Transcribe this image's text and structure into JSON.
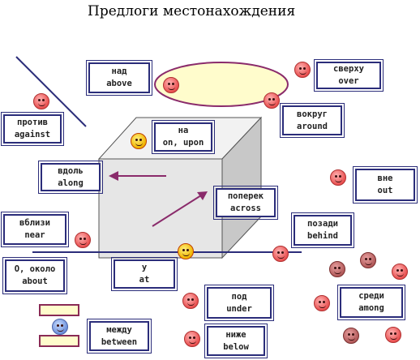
{
  "title": "Предлоги местонахождения",
  "labels": {
    "above": {
      "ru": "над",
      "en": "above"
    },
    "over": {
      "ru": "сверху",
      "en": "over"
    },
    "around": {
      "ru": "вокруг",
      "en": "around"
    },
    "against": {
      "ru": "против",
      "en": "against"
    },
    "on": {
      "ru": "на",
      "en": "on, upon"
    },
    "along": {
      "ru": "вдоль",
      "en": "along"
    },
    "out": {
      "ru": "вне",
      "en": "out"
    },
    "across": {
      "ru": "поперек",
      "en": "across"
    },
    "near": {
      "ru": "вблизи",
      "en": "near"
    },
    "behind": {
      "ru": "позади",
      "en": "behind"
    },
    "about": {
      "ru": "О, около",
      "en": "about"
    },
    "at": {
      "ru": "у",
      "en": "at"
    },
    "under": {
      "ru": "под",
      "en": "under"
    },
    "among": {
      "ru": "среди",
      "en": "among"
    },
    "between": {
      "ru": "между",
      "en": "between"
    },
    "below": {
      "ru": "ниже",
      "en": "below"
    }
  },
  "colors": {
    "border": "#2b2d7a",
    "arrow": "#8a2b6b",
    "ellipse_fill": "#fffccc",
    "ellipse_stroke": "#8a2b6b",
    "cube_front": "#e6e6e6",
    "cube_side": "#c8c8c8",
    "cube_top": "#f2f2f2"
  },
  "icons": [
    "smiley-face-icon"
  ]
}
